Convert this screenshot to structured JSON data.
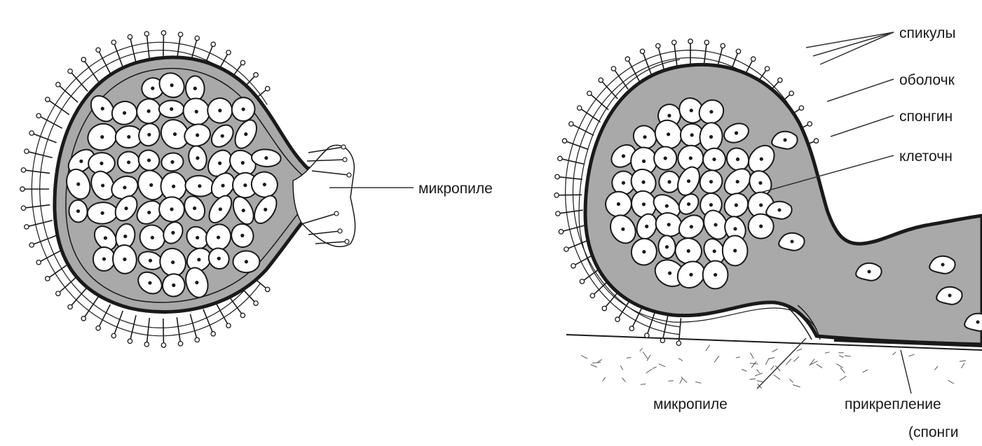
{
  "labels": {
    "micropyle_left": "микропиле",
    "spicules": "спикулы",
    "shell": "оболочк",
    "spongin": "спонгин",
    "cell_mass": "клеточн",
    "micropyle_bottom": "микропиле",
    "attachment": "прикрепление",
    "attachment_sub": "(спонги"
  },
  "colors": {
    "ink": "#1a1a1a",
    "gray_fill": "#a9a9a9",
    "cell_fill": "#ffffff",
    "background": "#ffffff"
  }
}
